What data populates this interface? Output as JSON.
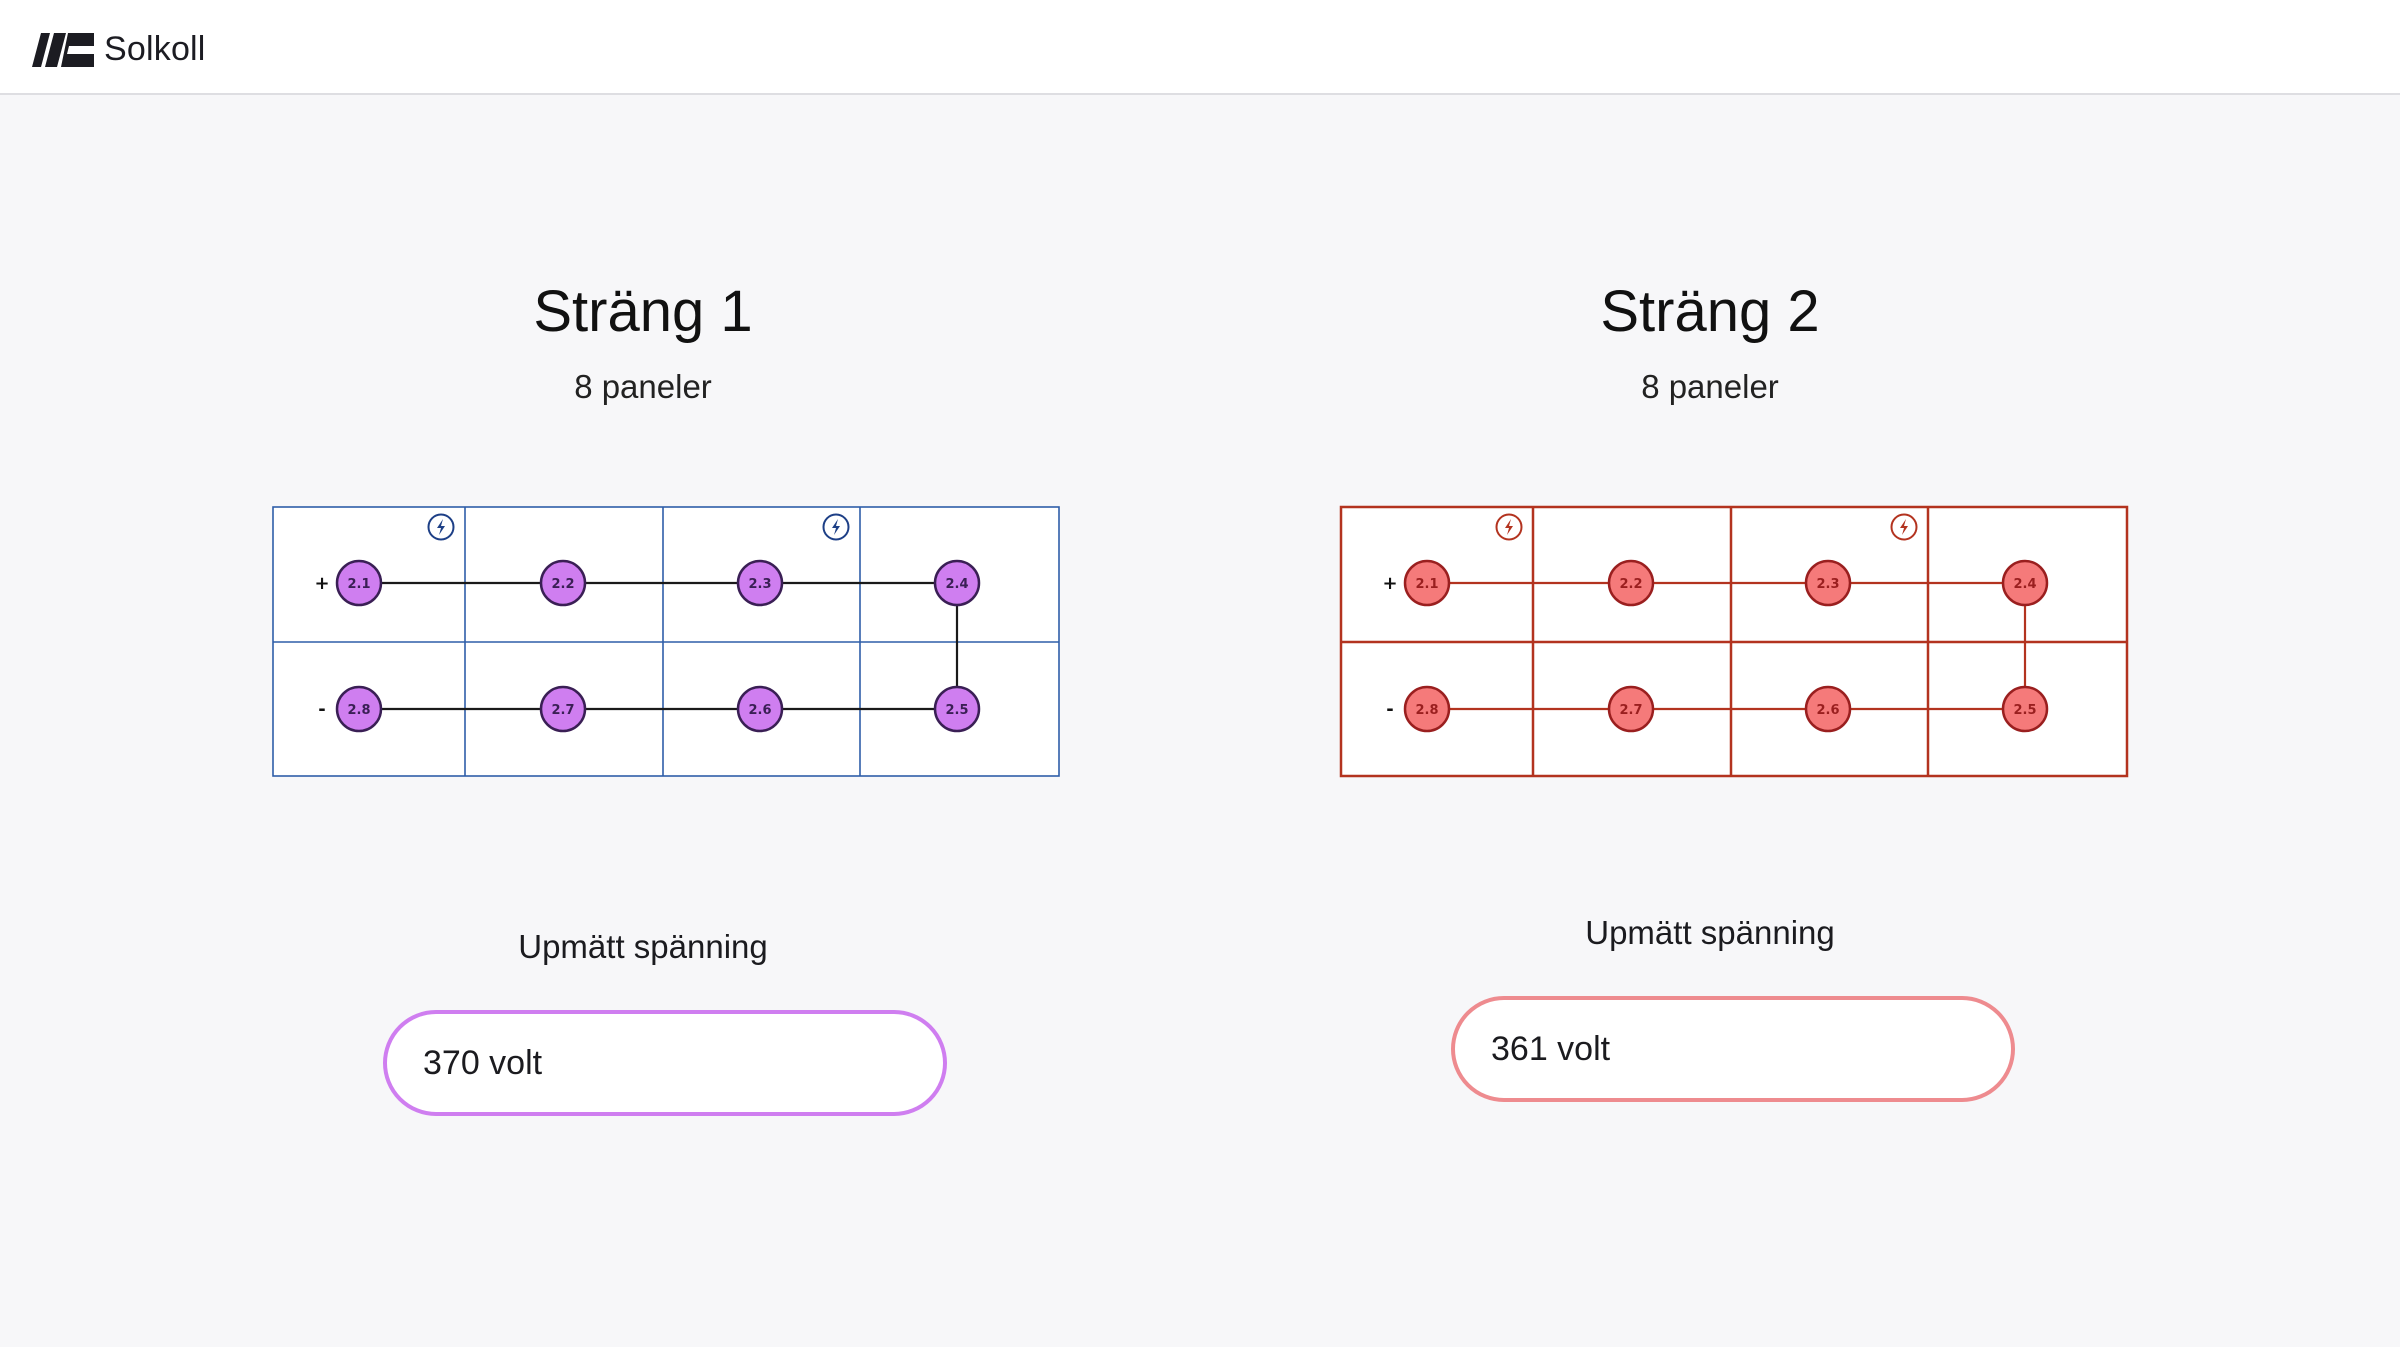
{
  "app": {
    "name": "Solkoll",
    "logo_icon": "solkoll-logo-icon"
  },
  "strings": [
    {
      "title": "Sträng 1",
      "subtitle": "8 paneler",
      "measure_label": "Upmätt spänning",
      "voltage_value": "370 volt",
      "colors": {
        "grid": "#2f5ea8",
        "node_fill": "#cf7ef0",
        "node_stroke": "#3a1f55",
        "wire": "#1a1a1a",
        "field_border": "#cf7ef0",
        "icon": "#1d3f86"
      },
      "polarity": {
        "positive": "+",
        "negative": "-"
      },
      "panels_top": [
        "2.1",
        "2.2",
        "2.3",
        "2.4"
      ],
      "panels_bottom": [
        "2.8",
        "2.7",
        "2.6",
        "2.5"
      ],
      "bolt_icon": "lightning-bolt-icon"
    },
    {
      "title": "Sträng 2",
      "subtitle": "8 paneler",
      "measure_label": "Upmätt spänning",
      "voltage_value": "361 volt",
      "colors": {
        "grid": "#b3331f",
        "node_fill": "#f57a7a",
        "node_stroke": "#9a1f1f",
        "wire": "#b3331f",
        "field_border": "#ee8b8f",
        "icon": "#b3331f"
      },
      "polarity": {
        "positive": "+",
        "negative": "-"
      },
      "panels_top": [
        "2.1",
        "2.2",
        "2.3",
        "2.4"
      ],
      "panels_bottom": [
        "2.8",
        "2.7",
        "2.6",
        "2.5"
      ],
      "bolt_icon": "lightning-bolt-icon"
    }
  ]
}
